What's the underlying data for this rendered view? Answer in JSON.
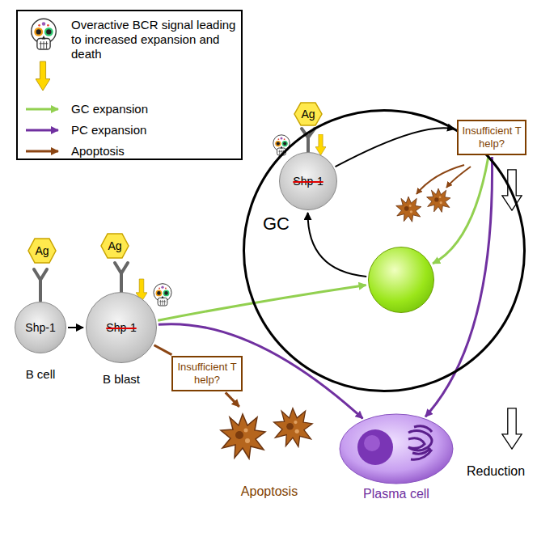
{
  "diagram": {
    "nodes": [
      {
        "text": [
          "Ag"
        ]
      },
      {
        "text": [
          "Shp-1",
          "B cell"
        ]
      },
      {
        "text": [
          "Ag"
        ]
      },
      {
        "text": [
          "Shp-1",
          "B blast"
        ]
      },
      {
        "text": [
          "GC"
        ]
      },
      {
        "text": [
          "Ag"
        ],
        "in": 4
      },
      {
        "text": [
          "Shp-1"
        ],
        "in": 4
      },
      {
        "text": [
          "Insufficient T help?"
        ],
        "in": 4
      },
      {
        "text": [],
        "in": 4
      },
      {
        "text": [
          "Insufficient T help?"
        ]
      },
      {
        "text": [
          "Apoptosis"
        ]
      },
      {
        "text": [
          "Plasma cell"
        ]
      }
    ],
    "edges": [
      {
        "from": 1,
        "to": 3,
        "arrow": "to"
      },
      {
        "from": 3,
        "to": 8,
        "arrow": "to"
      },
      {
        "from": 3,
        "to": 11,
        "arrow": "to"
      },
      {
        "from": 3,
        "to": 9,
        "arrow": "none"
      },
      {
        "from": 9,
        "to": 10,
        "arrow": "to"
      },
      {
        "from": 6,
        "to": 7,
        "arrow": "to"
      },
      {
        "from": 7,
        "to": 8,
        "arrow": "to"
      },
      {
        "from": 7,
        "to": 11,
        "arrow": "to"
      },
      {
        "from": 8,
        "to": 6,
        "arrow": "to"
      }
    ],
    "labels": [
      "Reduction"
    ],
    "legend": [
      {
        "text": "Overactive BCR signal leading to increased expansion and death"
      },
      {
        "text": "GC expansion"
      },
      {
        "text": "PC expansion"
      },
      {
        "text": "Apoptosis"
      }
    ]
  }
}
